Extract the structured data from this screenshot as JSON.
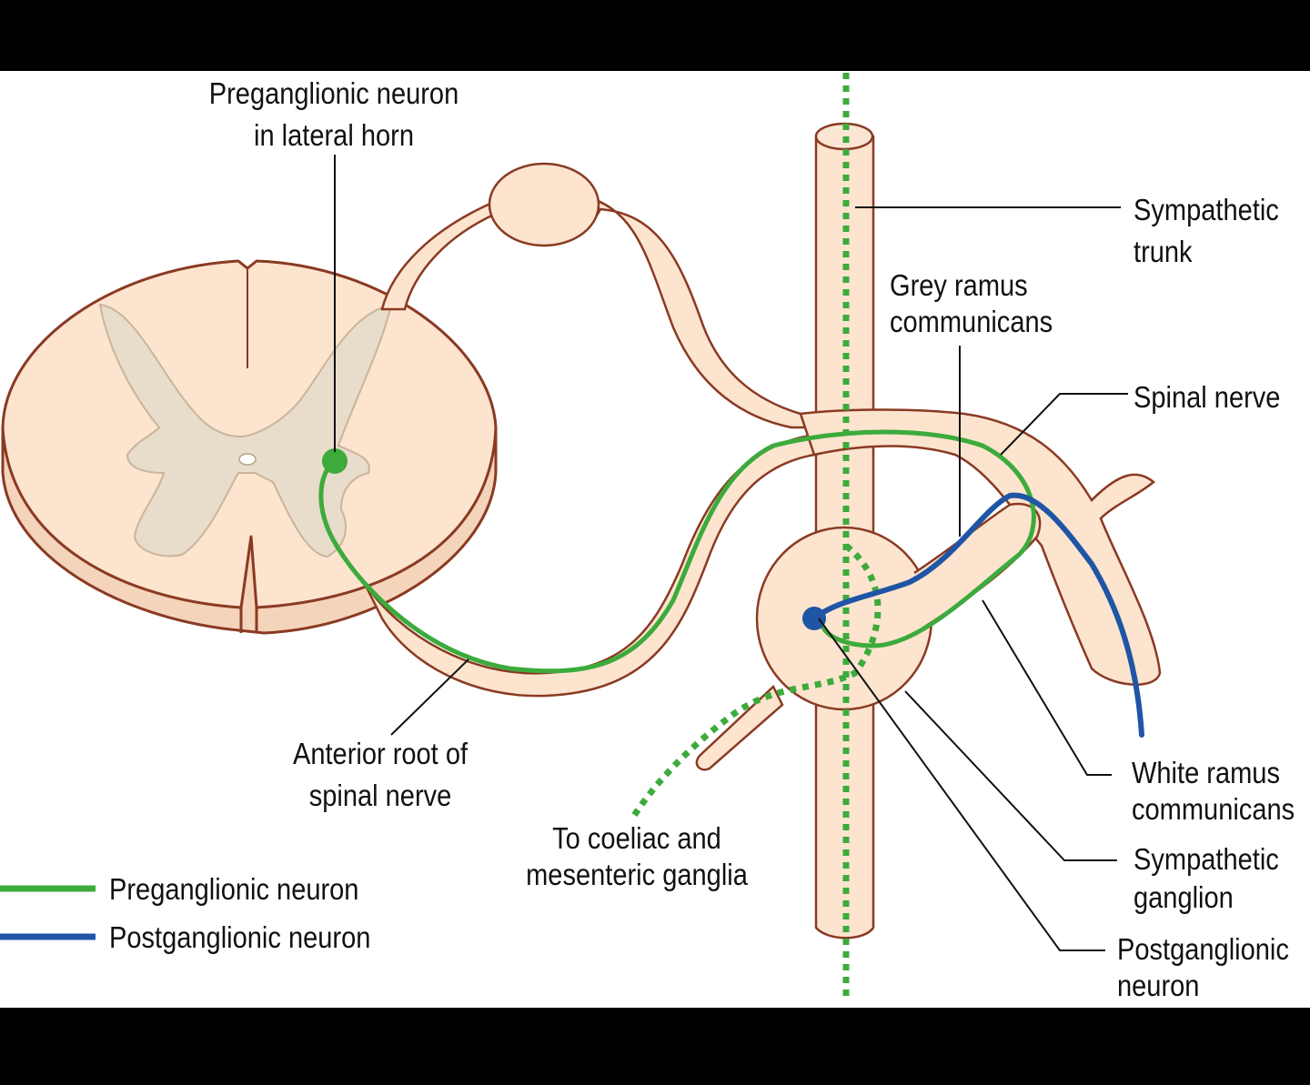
{
  "labels": {
    "preganglionic_in_lateral_horn": [
      "Preganglionic neuron",
      "in lateral horn"
    ],
    "sympathetic_trunk": [
      "Sympathetic",
      "trunk"
    ],
    "grey_ramus": [
      "Grey ramus",
      "communicans"
    ],
    "spinal_nerve": [
      "Spinal nerve"
    ],
    "anterior_root": [
      "Anterior root of",
      "spinal nerve"
    ],
    "coeliac": [
      "To coeliac and",
      "mesenteric ganglia"
    ],
    "white_ramus": [
      "White ramus",
      "communicans"
    ],
    "sympathetic_ganglion": [
      "Sympathetic",
      "ganglion"
    ],
    "postganglionic_label": [
      "Postganglionic",
      "neuron"
    ]
  },
  "legend": {
    "preganglionic": "Preganglionic neuron",
    "postganglionic": "Postganglionic neuron"
  },
  "colors": {
    "background": "#ffffff",
    "frame": "#000000",
    "tissue_fill": "#fce4cf",
    "tissue_outline": "#8a3a22",
    "grey_matter": "#e8dccb",
    "preganglionic": "#3cab3c",
    "postganglionic": "#1f55a5",
    "leader_line": "#111111"
  }
}
